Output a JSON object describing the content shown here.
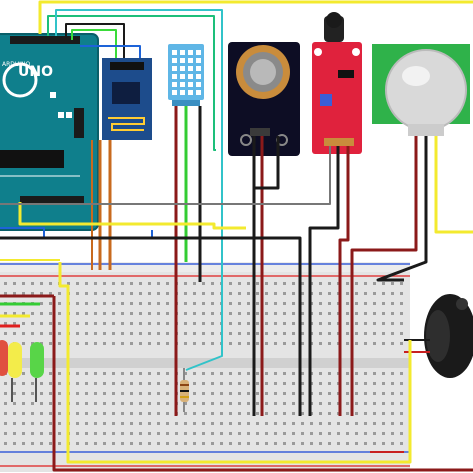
{
  "board": {
    "brand_text": "UNO",
    "logo_text": "ARDUINO"
  },
  "colors": {
    "arduino_teal": "#0f7f8c",
    "breadboard": "#e4e4e4",
    "esp_blue": "#1d4c8c",
    "dht_blue": "#5fb6e6",
    "mq_dark": "#0d0d24",
    "flame_red": "#e0223d",
    "pir_green": "#2fb24a",
    "buzzer_black": "#1a1a1a"
  },
  "components": [
    {
      "name": "arduino-uno",
      "icon": "microcontroller-icon"
    },
    {
      "name": "esp8266-wifi-module",
      "icon": "wifi-module-icon"
    },
    {
      "name": "dht11-sensor",
      "icon": "temperature-sensor-icon"
    },
    {
      "name": "mq-gas-sensor",
      "icon": "gas-sensor-icon"
    },
    {
      "name": "flame-sensor",
      "icon": "flame-sensor-icon"
    },
    {
      "name": "pir-motion-sensor",
      "icon": "motion-sensor-icon"
    },
    {
      "name": "buzzer",
      "icon": "buzzer-icon"
    },
    {
      "name": "red-led",
      "icon": "led-icon"
    },
    {
      "name": "yellow-led",
      "icon": "led-icon"
    },
    {
      "name": "green-led",
      "icon": "led-icon"
    },
    {
      "name": "resistor",
      "icon": "resistor-icon"
    },
    {
      "name": "breadboard",
      "icon": "breadboard-icon"
    }
  ]
}
